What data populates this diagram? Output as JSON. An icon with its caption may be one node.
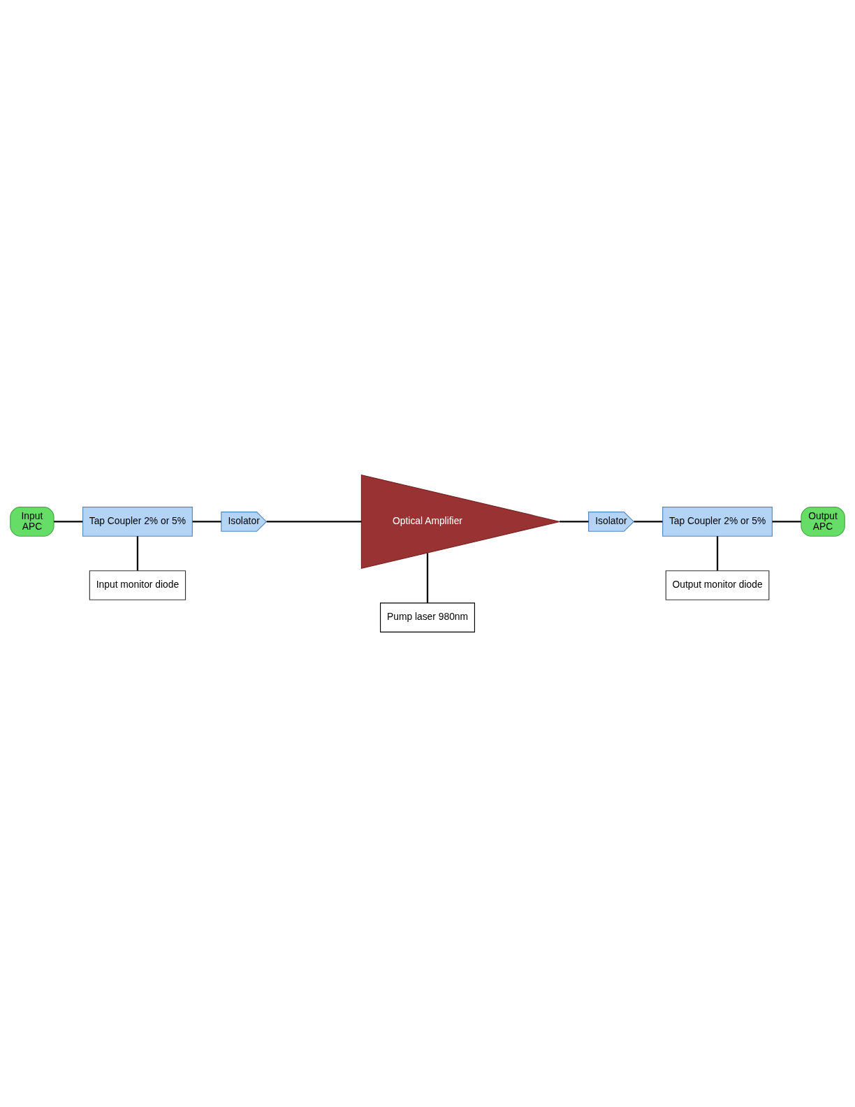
{
  "diagram": {
    "nodes": [
      {
        "text": [
          "Input",
          "APC"
        ]
      },
      {
        "text": [
          "Tap Coupler 2% or 5%"
        ]
      },
      {
        "text": [
          "Isolator"
        ]
      },
      {
        "text": [
          "Optical Amplifier"
        ]
      },
      {
        "text": [
          "Isolator"
        ]
      },
      {
        "text": [
          "Tap Coupler 2% or 5%"
        ]
      },
      {
        "text": [
          "Output",
          "APC"
        ]
      },
      {
        "text": [
          "Input monitor diode"
        ]
      },
      {
        "text": [
          "Pump laser 980nm"
        ]
      },
      {
        "text": [
          "Output monitor diode"
        ]
      }
    ],
    "edges": [
      {
        "from": 0,
        "to": 1,
        "arrow": "none"
      },
      {
        "from": 1,
        "to": 2,
        "arrow": "none"
      },
      {
        "from": 2,
        "to": 3,
        "arrow": "none"
      },
      {
        "from": 3,
        "to": 4,
        "arrow": "none"
      },
      {
        "from": 4,
        "to": 5,
        "arrow": "none"
      },
      {
        "from": 5,
        "to": 6,
        "arrow": "none"
      },
      {
        "from": 1,
        "to": 7,
        "arrow": "none"
      },
      {
        "from": 3,
        "to": 8,
        "arrow": "none"
      },
      {
        "from": 5,
        "to": 9,
        "arrow": "none"
      }
    ]
  }
}
